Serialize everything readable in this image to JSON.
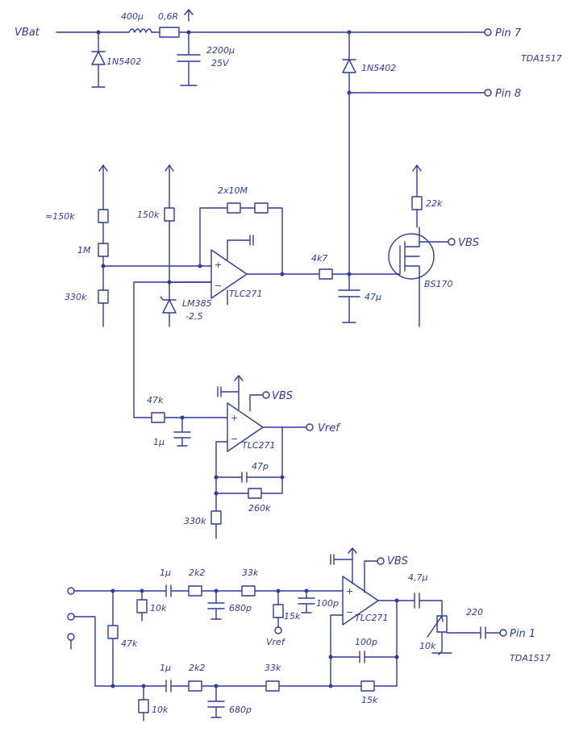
{
  "section1": {
    "vbat": "VBat",
    "inductor": "400μ",
    "shunt": "0,6R",
    "diode1": "1N5402",
    "cap": "2200μ",
    "cap_voltage": "25V",
    "diode2": "1N5402",
    "pin7": "Pin 7",
    "chip": "TDA1517",
    "pin8": "Pin 8"
  },
  "section2": {
    "r_top": "≈150k",
    "r_mid": "1M",
    "r_bot": "330k",
    "r_ref_top": "150k",
    "feedback": "2x10M",
    "zener": "LM385",
    "zener_v": "-2,5",
    "opamp": "TLC271",
    "r_gate": "4k7",
    "c_gate": "47μ",
    "r_drain": "22k",
    "vbs": "VBS",
    "mosfet": "BS170"
  },
  "section3": {
    "r_in": "47k",
    "c_in": "1μ",
    "vbs": "VBS",
    "opamp": "TLC271",
    "vref": "Vref",
    "c_fb": "47p",
    "r_fb": "260k",
    "r_gnd": "330k"
  },
  "section4": {
    "c1": "1μ",
    "r1": "2k2",
    "r2": "33k",
    "vbs": "VBS",
    "c_out": "4,7μ",
    "r_out": "220",
    "r_pd1": "10k",
    "c_sh1": "680p",
    "r_ref": "15k",
    "c_in": "100p",
    "opamp": "TLC271",
    "r_in": "47k",
    "vref": "Vref",
    "pot": "10k",
    "pin1": "Pin 1",
    "chip": "TDA1517",
    "c_fb": "100p",
    "c2": "1μ",
    "r3": "2k2",
    "r4": "33k",
    "r_pd2": "10k",
    "c_sh2": "680p",
    "r_fb": "15k"
  }
}
